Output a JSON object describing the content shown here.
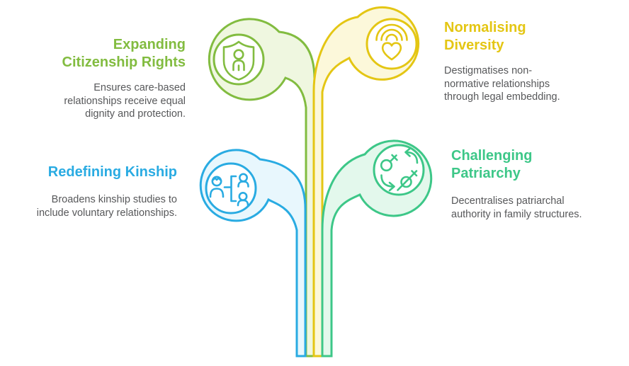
{
  "colors": {
    "background": "#ffffff",
    "body_text": "#57585a"
  },
  "branches": [
    {
      "name": "expanding-citizenship-rights",
      "position": "top-left",
      "title": "Expanding Citizenship Rights",
      "description": "Ensures care-based relationships receive equal dignity and protection.",
      "accent": "#82BC40",
      "leaf_fill": "#EFF7E0",
      "icon": "shield-person-icon"
    },
    {
      "name": "normalising-diversity",
      "position": "top-right",
      "title": "Normalising Diversity",
      "description": "Destigmatises non-normative relationships through legal embedding.",
      "accent": "#E4C614",
      "leaf_fill": "#FCF8DA",
      "icon": "rainbow-heart-icon"
    },
    {
      "name": "redefining-kinship",
      "position": "middle-left",
      "title": "Redefining Kinship",
      "description": "Broadens kinship studies to include voluntary relationships.",
      "accent": "#29ABE2",
      "leaf_fill": "#E8F7FD",
      "icon": "family-tree-icon"
    },
    {
      "name": "challenging-patriarchy",
      "position": "middle-right",
      "title": "Challenging Patriarchy",
      "description": "Decentralises patriarchal authority in family structures.",
      "accent": "#3DC788",
      "leaf_fill": "#E3F8EC",
      "icon": "gender-symbols-icon"
    }
  ]
}
